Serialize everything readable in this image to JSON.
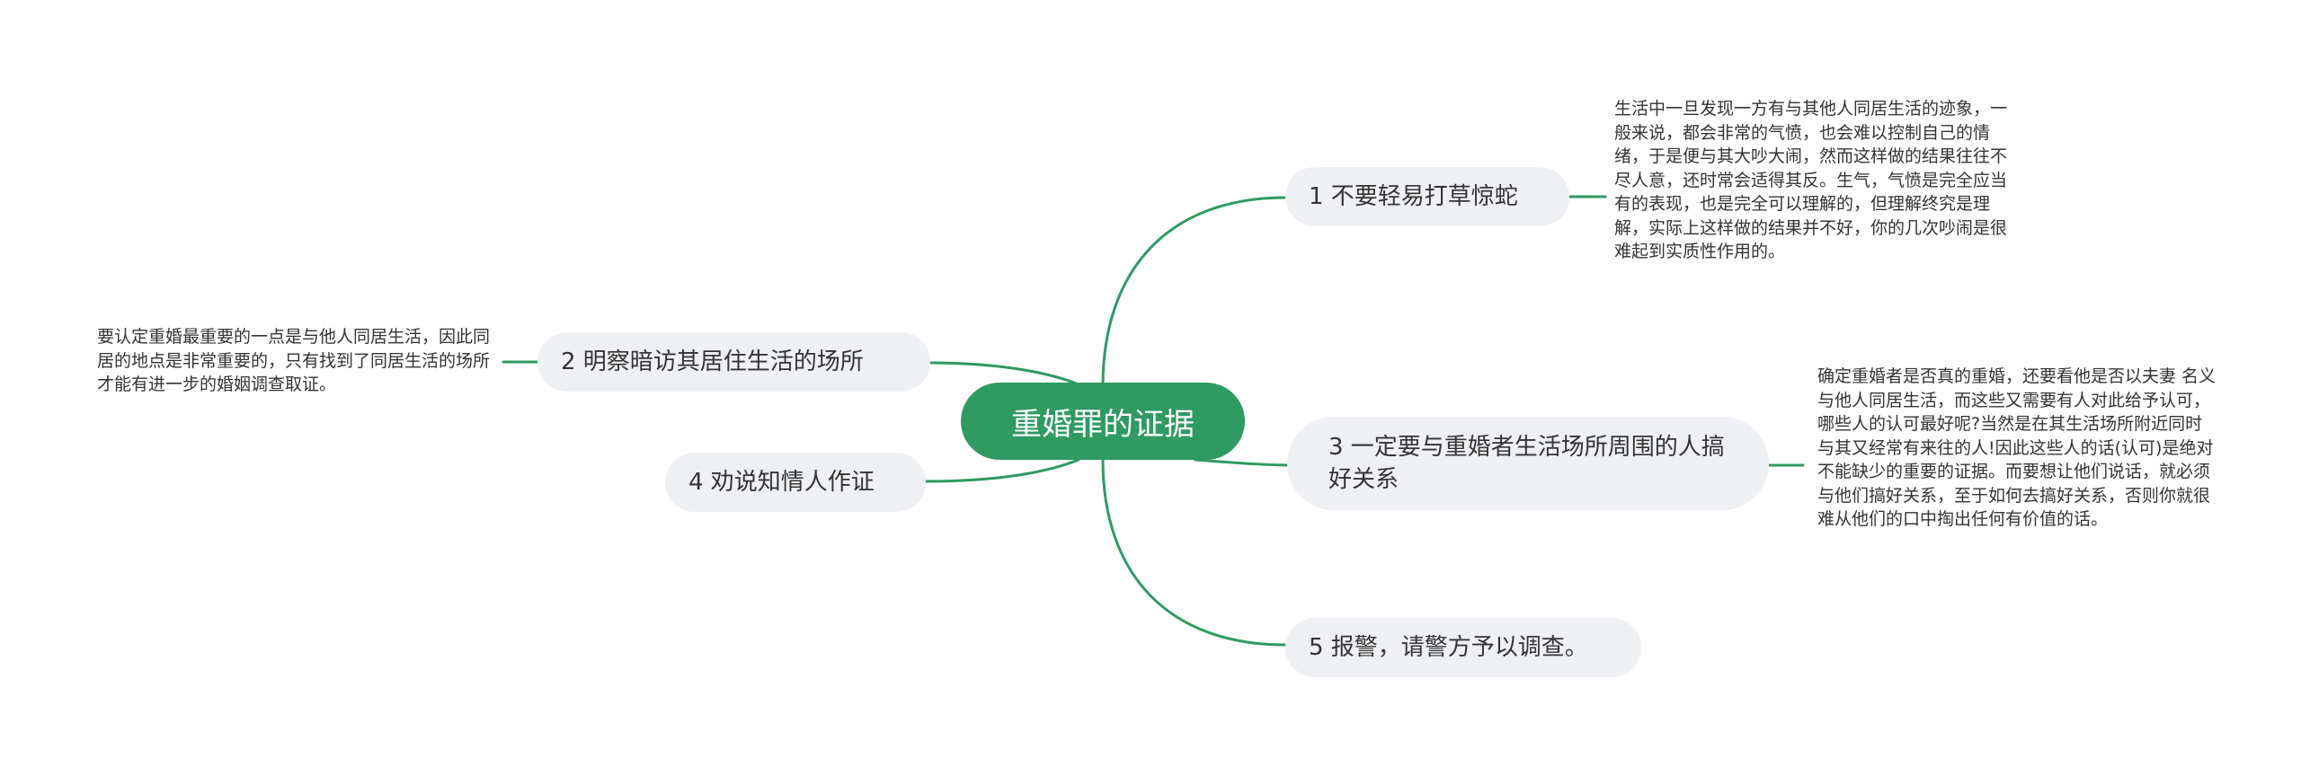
{
  "root": {
    "title": "重婚罪的证据"
  },
  "branches": [
    {
      "label": "1 不要轻易打草惊蛇"
    },
    {
      "label": "2 明察暗访其居住生活的场所"
    },
    {
      "label": "3 一定要与重婚者生活场所周围的人搞好关系"
    },
    {
      "label": "4 劝说知情人作证"
    },
    {
      "label": "5 报警，请警方予以调查。"
    }
  ],
  "notes": {
    "branch1": "生活中一旦发现一方有与其他人同居生活的迹象，一般来说，都会非常的气愤，也会难以控制自己的情绪，于是便与其大吵大闹，然而这样做的结果往往不尽人意，还时常会适得其反。生气，气愤是完全应当有的表现，也是完全可以理解的，但理解终究是理解，实际上这样做的结果并不好，你的几次吵闹是很难起到实质性作用的。",
    "branch2": "要认定重婚最重要的一点是与他人同居生活，因此同居的地点是非常重要的，只有找到了同居生活的场所才能有进一步的婚姻调查取证。",
    "branch3": "确定重婚者是否真的重婚，还要看他是否以夫妻 名义与他人同居生活，而这些又需要有人对此给予认可，哪些人的认可最好呢?当然是在其生活场所附近同时与其又经常有来往的人!因此这些人的话(认可)是绝对不能缺少的重要的证据。而要想让他们说话，就必须与他们搞好关系，至于如何去搞好关系，否则你就很难从他们的口中掏出任何有价值的话。"
  },
  "colors": {
    "accent": "#2f9a62",
    "node_bg": "#eef0f3",
    "text": "#333333"
  }
}
